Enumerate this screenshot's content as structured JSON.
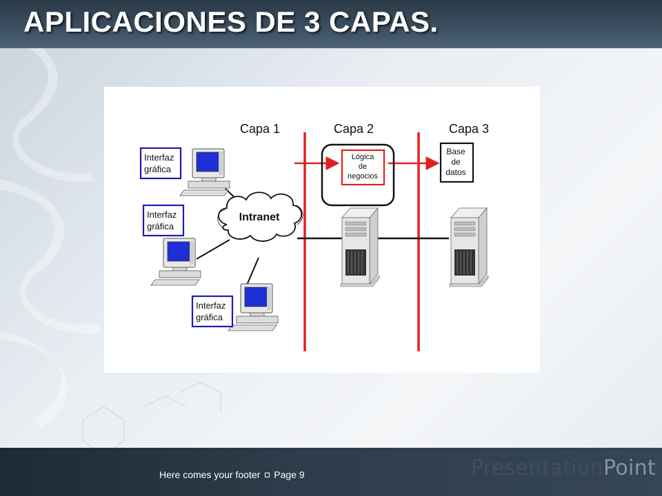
{
  "slide": {
    "title": "APLICACIONES DE 3 CAPAS.",
    "footer_text": "Here comes your footer",
    "page_label": "Page 9",
    "brand_part1": "Presentation",
    "brand_part2": "Point"
  },
  "diagram": {
    "layers": [
      "Capa 1",
      "Capa 2",
      "Capa 3"
    ],
    "client_label_line1": "Interfaz",
    "client_label_line2": "gráfica",
    "network_label": "Intranet",
    "logic_label_line1": "Lógica",
    "logic_label_line2": "de",
    "logic_label_line3": "negocios",
    "data_label_line1": "Base",
    "data_label_line2": "de",
    "data_label_line3": "datos"
  },
  "colors": {
    "title_bar": "#34495c",
    "separator_red": "#e0201c",
    "label_box_blue": "#1c1cb4",
    "monitor_screen": "#1f2fd6"
  },
  "icons": [
    "computer-icon",
    "server-icon",
    "cloud-icon"
  ]
}
